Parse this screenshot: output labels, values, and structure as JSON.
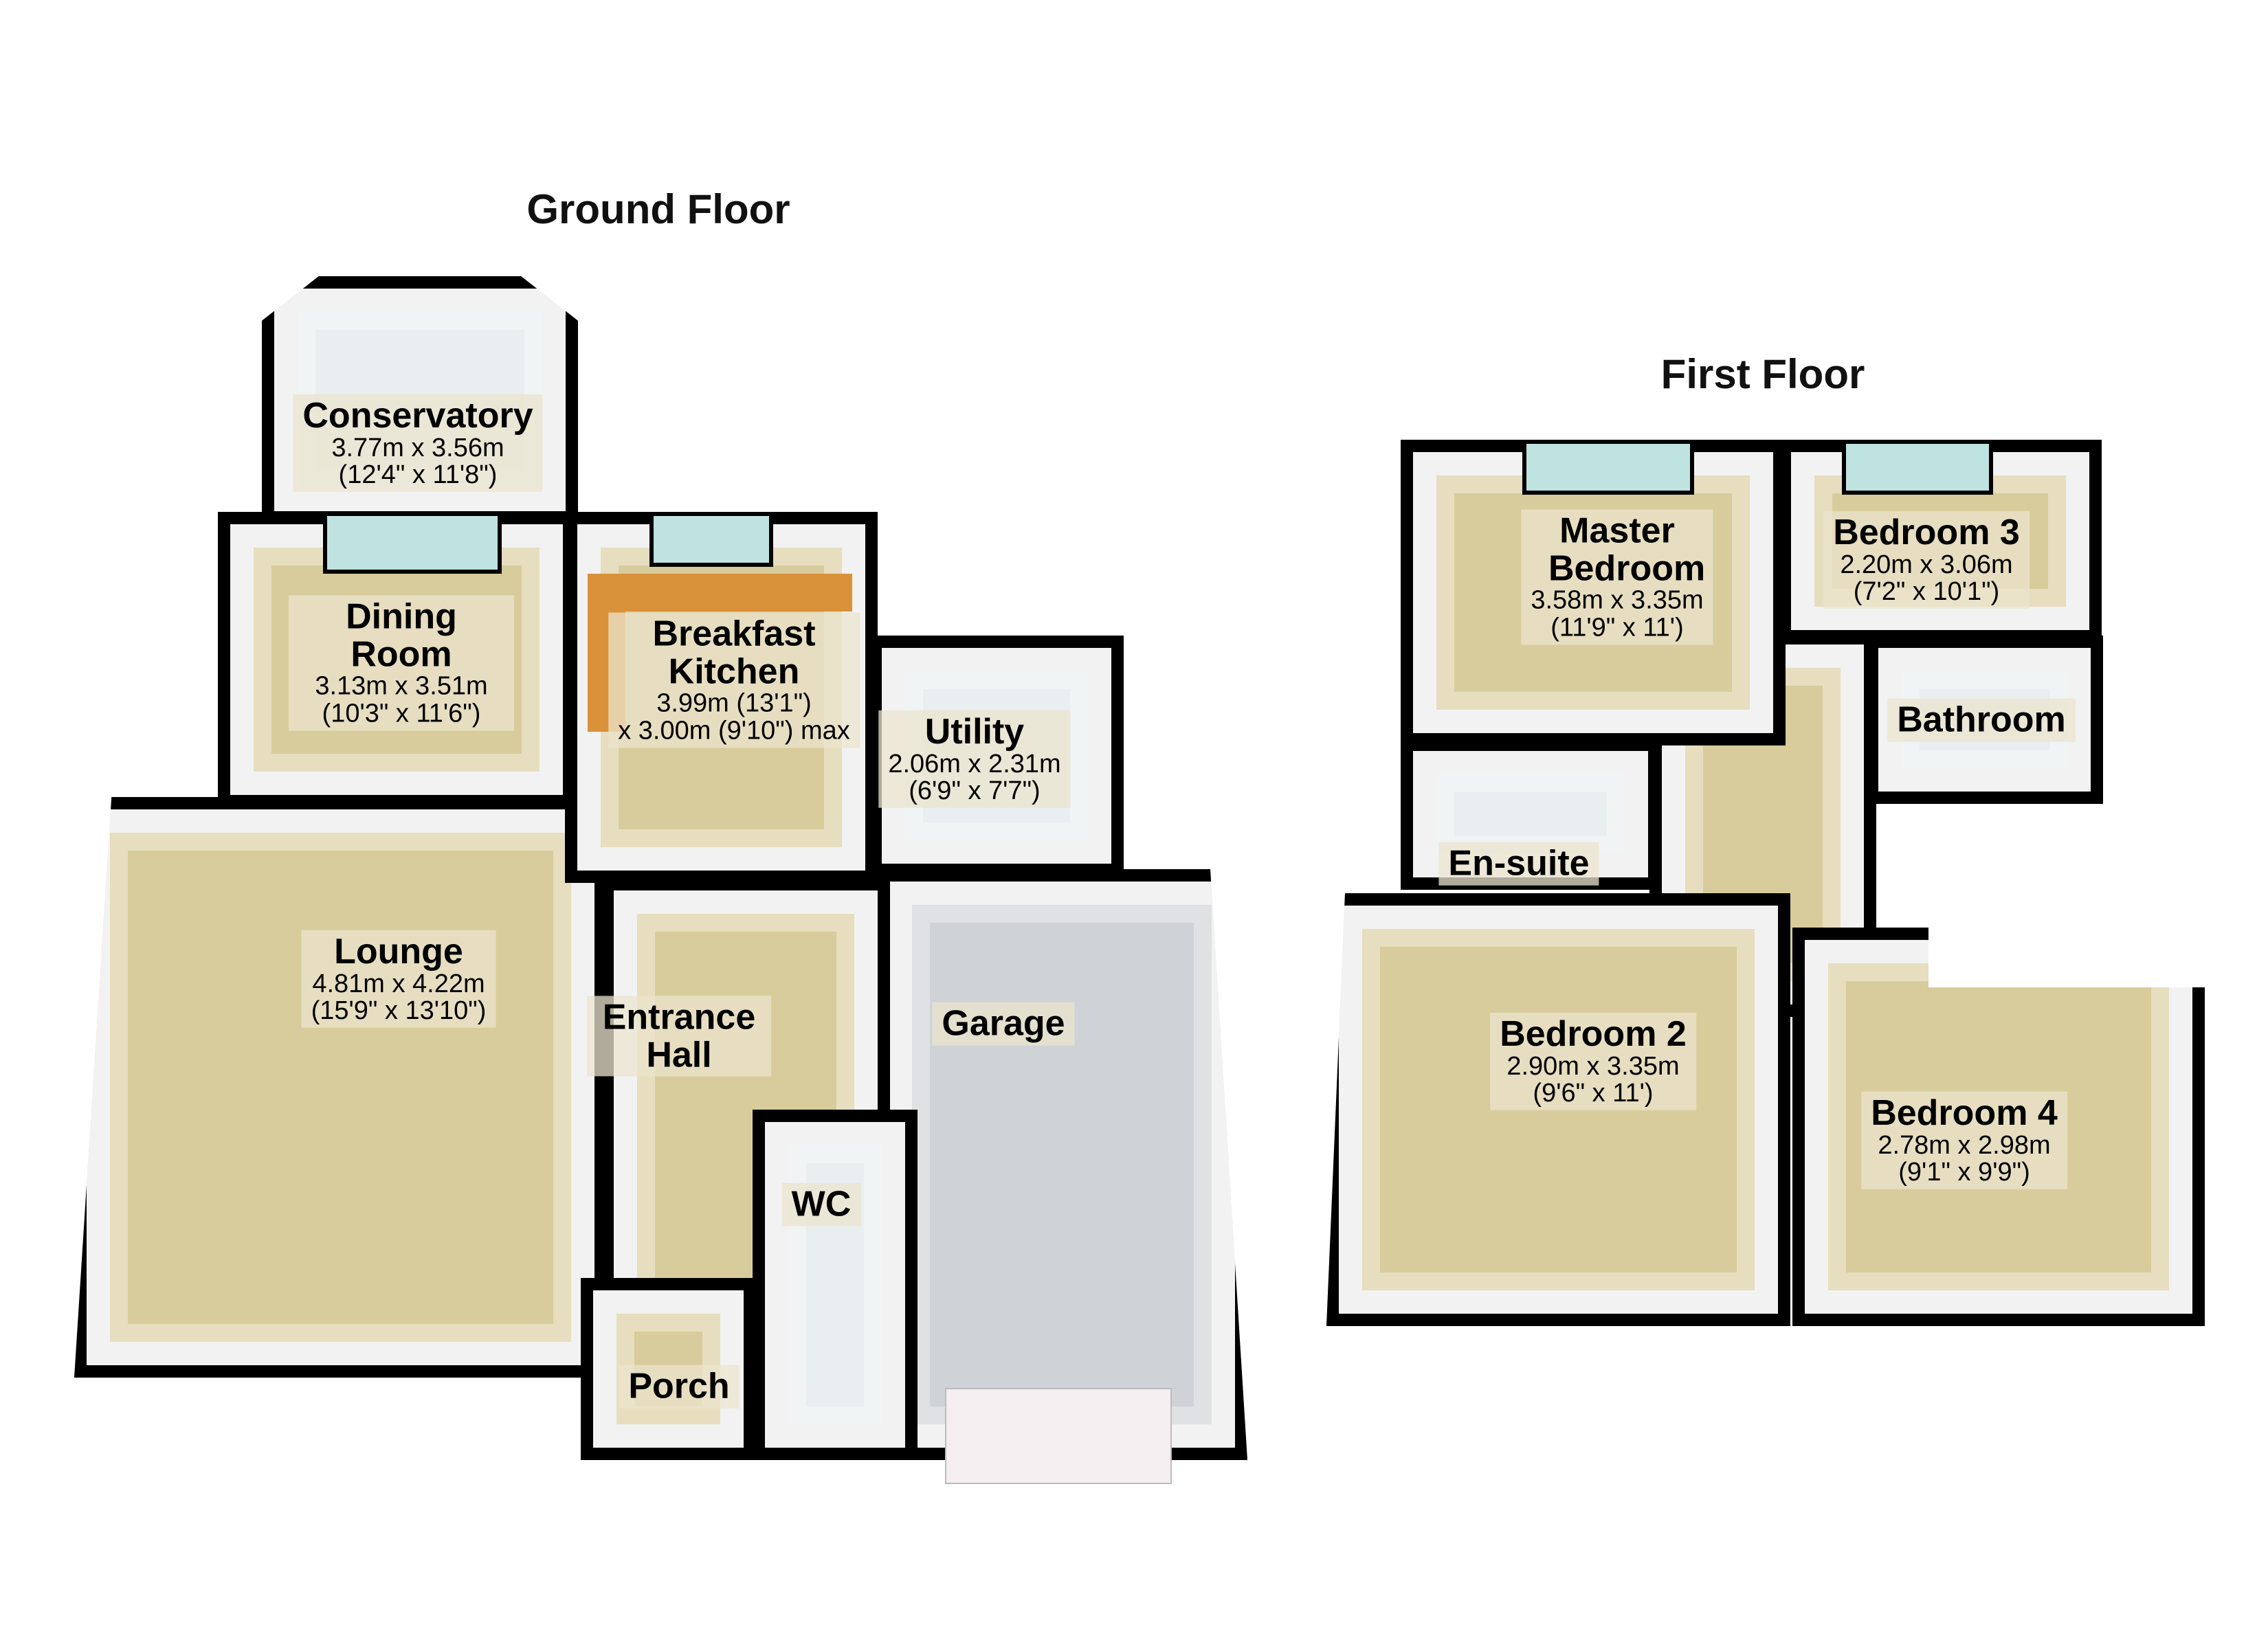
{
  "floors": {
    "ground": {
      "title": "Ground Floor",
      "rooms": {
        "conservatory": {
          "name": "Conservatory",
          "dim_m": "3.77m x 3.56m",
          "dim_ft": "(12'4\" x 11'8\")"
        },
        "dining": {
          "name": "Dining Room",
          "dim_m": "3.13m x 3.51m",
          "dim_ft": "(10'3\" x 11'6\")"
        },
        "kitchen": {
          "name": "Breakfast Kitchen",
          "dim_m": "3.99m (13'1\")",
          "dim_ft": "x 3.00m (9'10\") max"
        },
        "utility": {
          "name": "Utility",
          "dim_m": "2.06m x 2.31m",
          "dim_ft": "(6'9\" x 7'7\")"
        },
        "lounge": {
          "name": "Lounge",
          "dim_m": "4.81m x 4.22m",
          "dim_ft": "(15'9\" x 13'10\")"
        },
        "hall": {
          "name": "Entrance Hall"
        },
        "garage": {
          "name": "Garage"
        },
        "wc": {
          "name": "WC"
        },
        "porch": {
          "name": "Porch"
        }
      }
    },
    "first": {
      "title": "First Floor",
      "rooms": {
        "master": {
          "name": "Master Bedroom",
          "dim_m": "3.58m x 3.35m",
          "dim_ft": "(11'9\" x 11')"
        },
        "bed3": {
          "name": "Bedroom 3",
          "dim_m": "2.20m x 3.06m",
          "dim_ft": "(7'2\" x 10'1\")"
        },
        "bathroom": {
          "name": "Bathroom"
        },
        "ensuite": {
          "name": "En-suite"
        },
        "bed2": {
          "name": "Bedroom 2",
          "dim_m": "2.90m x 3.35m",
          "dim_ft": "(9'6\" x 11')"
        },
        "bed4": {
          "name": "Bedroom 4",
          "dim_m": "2.78m x 2.98m",
          "dim_ft": "(9'1\" x 9'9\")"
        }
      }
    }
  }
}
